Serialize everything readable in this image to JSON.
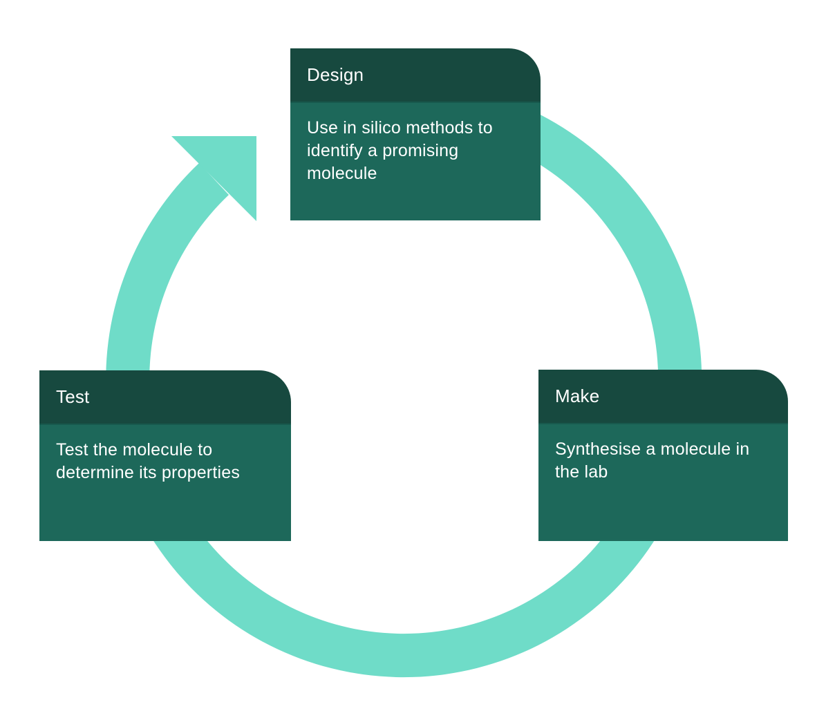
{
  "diagram": {
    "name": "design-make-test-cycle",
    "cycle_color": "#6FDCC8",
    "card_header_color": "#17493F",
    "card_body_color": "#1D685A",
    "text_color": "#FFFFFF",
    "background_color": "#FFFFFF",
    "arrow_direction": "clockwise",
    "steps": [
      {
        "id": "design",
        "title": "Design",
        "description": "Use in silico methods to identify a promising molecule"
      },
      {
        "id": "make",
        "title": "Make",
        "description": "Synthesise a molecule in the lab"
      },
      {
        "id": "test",
        "title": "Test",
        "description": "Test the molecule to determine its properties"
      }
    ]
  }
}
